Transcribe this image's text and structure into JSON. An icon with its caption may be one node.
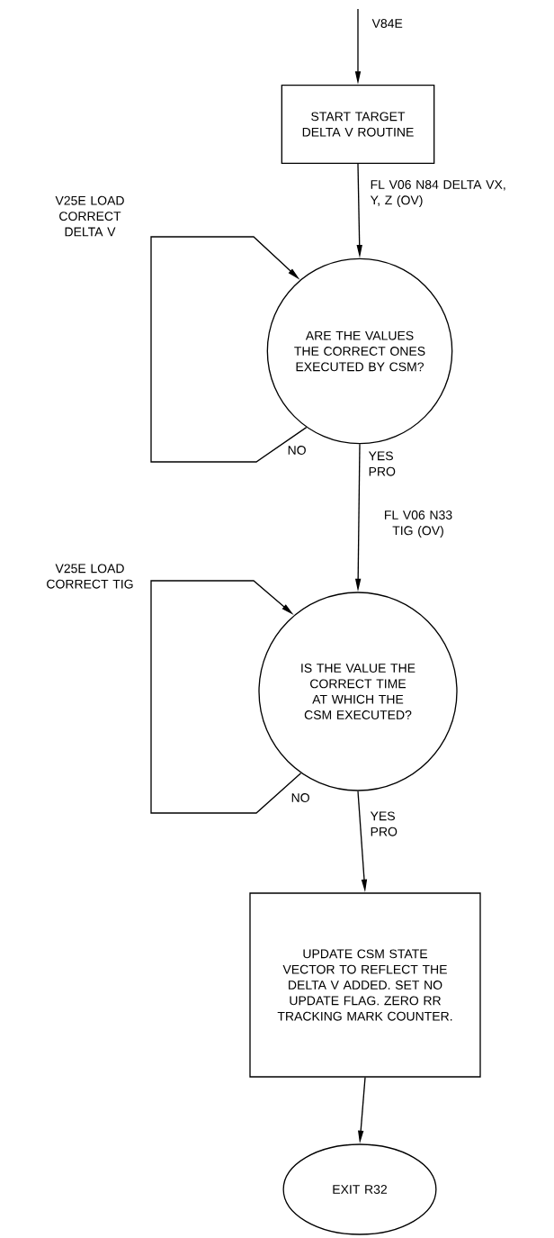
{
  "diagram": {
    "nodes": [
      {
        "text": [
          "START TARGET DELTA V ROUTINE"
        ]
      },
      {
        "text": [
          "ARE THE VALUES THE CORRECT ONES EXECUTED BY CSM?"
        ]
      },
      {
        "text": [
          "IS THE VALUE THE CORRECT TIME AT WHICH THE CSM EXECUTED?"
        ]
      },
      {
        "text": [
          "UPDATE CSM STATE VECTOR TO REFLECT THE DELTA V ADDED. SET NO UPDATE FLAG.  ZERO RR TRACKING MARK COUNTER."
        ]
      },
      {
        "text": [
          "EXIT R32"
        ]
      }
    ],
    "edges": [
      {
        "from": null,
        "to": 0,
        "arrow": "to",
        "label": "V84E"
      },
      {
        "from": 0,
        "to": 1,
        "arrow": "to",
        "label": "FL V06 N84 DELTA VX, Y, Z (OV)"
      },
      {
        "from": 1,
        "to": 1,
        "arrow": "to",
        "label": "NO"
      },
      {
        "from": 1,
        "to": 2,
        "arrow": "to",
        "label": "YES PRO"
      },
      {
        "from": 2,
        "to": 2,
        "arrow": "to",
        "label": "NO"
      },
      {
        "from": 2,
        "to": 3,
        "arrow": "to",
        "label": "YES PRO"
      },
      {
        "from": 3,
        "to": 4,
        "arrow": "to"
      }
    ],
    "labels": [
      "V25E LOAD CORRECT DELTA V",
      "FL V06 N33 TIG (OV)",
      "V25E LOAD CORRECT TIG"
    ]
  }
}
